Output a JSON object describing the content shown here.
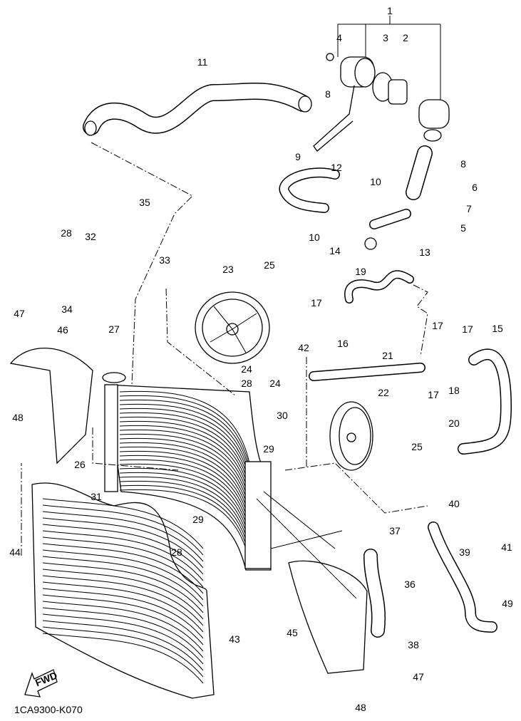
{
  "diagram": {
    "drawing_code": "1CA9300-K070",
    "fwd_label": "FWD",
    "callouts": [
      "1",
      "4",
      "3",
      "2",
      "11",
      "8",
      "8",
      "9",
      "12",
      "6",
      "10",
      "7",
      "35",
      "10",
      "5",
      "28",
      "32",
      "14",
      "13",
      "33",
      "23",
      "25",
      "19",
      "17",
      "34",
      "47",
      "46",
      "27",
      "17",
      "17",
      "15",
      "42",
      "16",
      "21",
      "24",
      "28",
      "24",
      "17",
      "18",
      "22",
      "48",
      "30",
      "29",
      "20",
      "26",
      "25",
      "40",
      "31",
      "29",
      "37",
      "44",
      "28",
      "39",
      "41",
      "36",
      "49",
      "43",
      "45",
      "38",
      "47",
      "48"
    ]
  }
}
